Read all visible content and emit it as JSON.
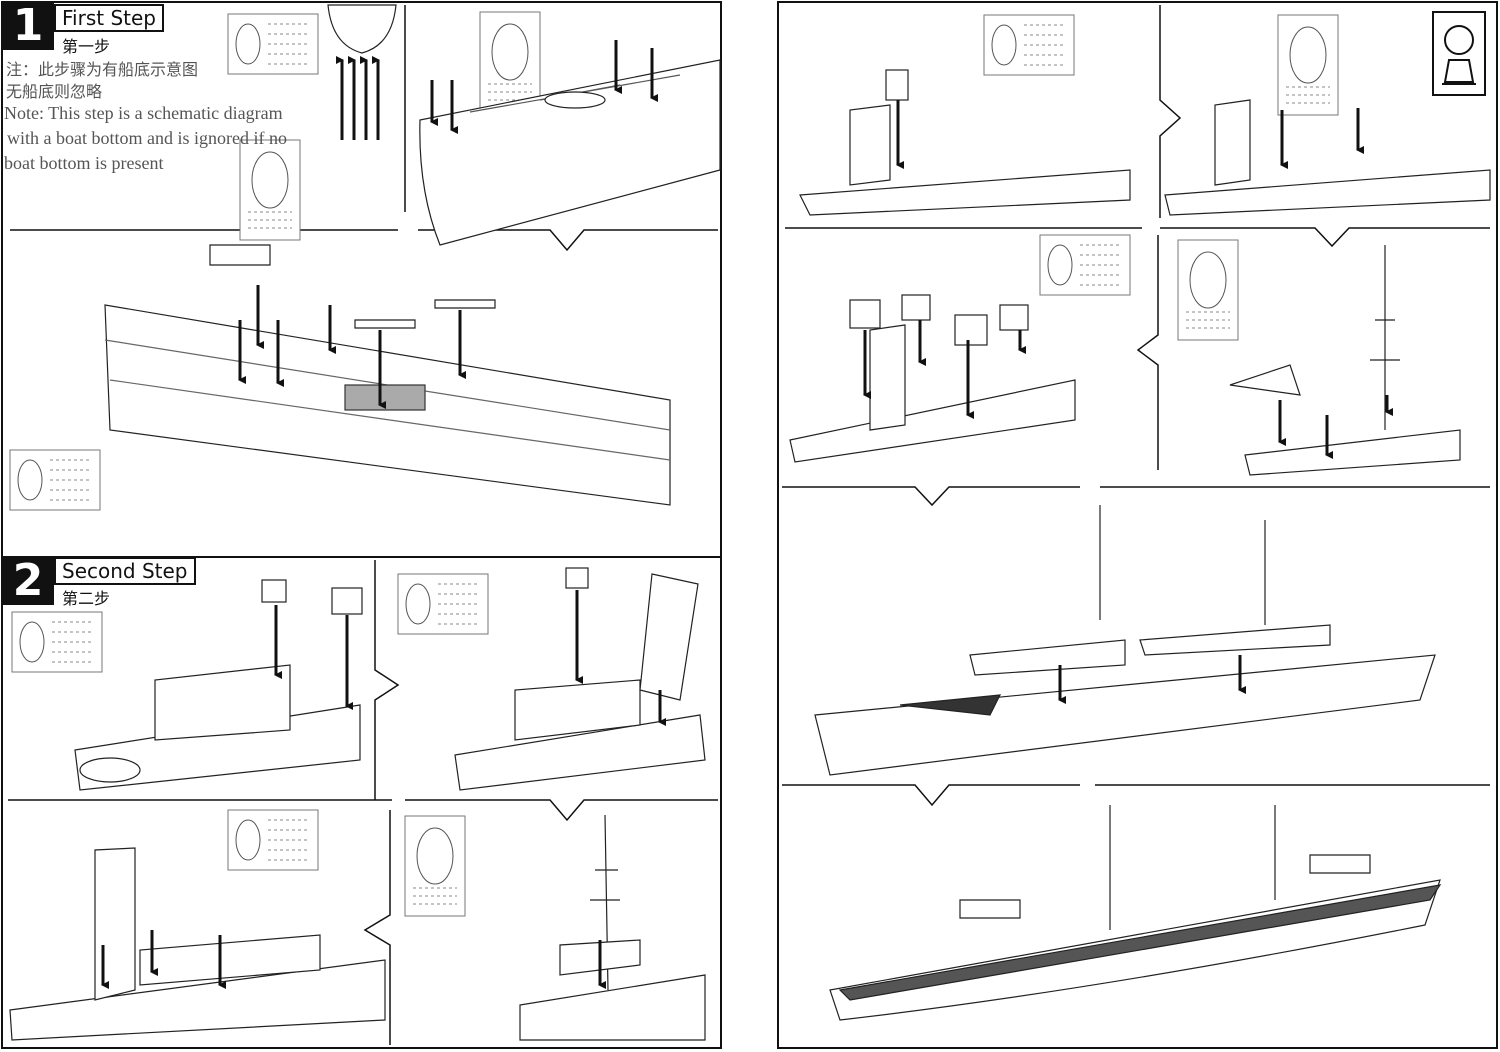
{
  "step1": {
    "number": "1",
    "title": "First Step",
    "title_cn": "第一步",
    "note_cn_line1": "注：此步骤为有船底示意图",
    "note_cn_line2": "无船底则忽略",
    "note_en_line1": "Note: This step is a schematic diagram",
    "note_en_line2": "with a boat bottom and is ignored if no",
    "note_en_line3": "boat bottom is present"
  },
  "step2": {
    "number": "2",
    "title": "Second Step",
    "title_cn": "第二步"
  },
  "colors": {
    "ink": "#111111",
    "note_gray": "#555555",
    "deck_dark": "#333333"
  }
}
